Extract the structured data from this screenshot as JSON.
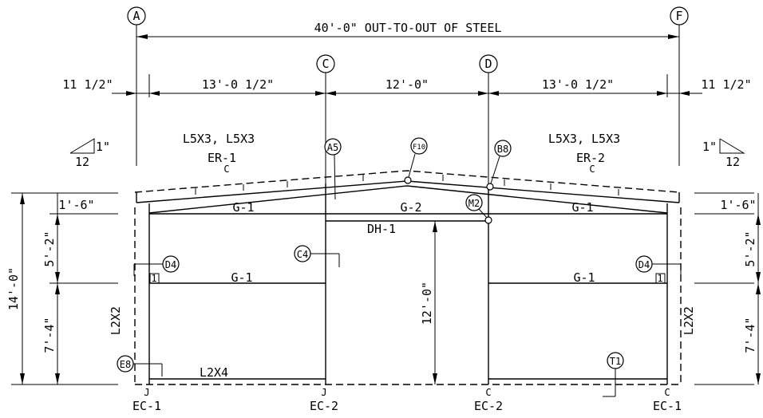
{
  "grid": {
    "A": "A",
    "C": "C",
    "D": "D",
    "F": "F"
  },
  "dimensions": {
    "overall": "40'-0\" OUT-TO-OUT OF STEEL",
    "left_offset": "11 1/2\"",
    "right_offset": "11 1/2\"",
    "bay_1": "13'-0 1/2\"",
    "bay_2": "12'-0\"",
    "bay_3": "13'-0 1/2\"",
    "height_total": "14'-0\"",
    "left_top": "1'-6\"",
    "left_mid": "5'-2\"",
    "left_low": "7'-4\"",
    "right_top": "1'-6\"",
    "right_mid": "5'-2\"",
    "right_low": "7'-4\"",
    "door_height": "12'-0\""
  },
  "slope": {
    "left_rise": "1\"",
    "left_run": "12",
    "right_rise": "1\"",
    "right_run": "12"
  },
  "members": {
    "left_rafter": "L5X3, L5X3",
    "right_rafter": "L5X3, L5X3",
    "er1": "ER-1",
    "er2": "ER-2",
    "channel_sym": "C",
    "g1_left_top": "G-1",
    "g2_top": "G-2",
    "g1_right_top": "G-1",
    "dh1": "DH-1",
    "g1_left_mid": "G-1",
    "g1_right_mid": "G-1",
    "l2x4": "L2X4",
    "l2x2_left": "L2X2",
    "l2x2_right": "L2X2",
    "ec1_left": "EC-1",
    "ec2_c": "EC-2",
    "ec2_d": "EC-2",
    "ec1_right": "EC-1",
    "col_mark_j": "J",
    "col_mark_c": "C"
  },
  "details": {
    "a5": "A5",
    "f10": "F10",
    "b8": "B8",
    "m2": "M2",
    "c4": "C4",
    "d4_left": "D4",
    "d4_right": "D4",
    "e8": "E8",
    "t1": "T1",
    "box_1": "1"
  }
}
